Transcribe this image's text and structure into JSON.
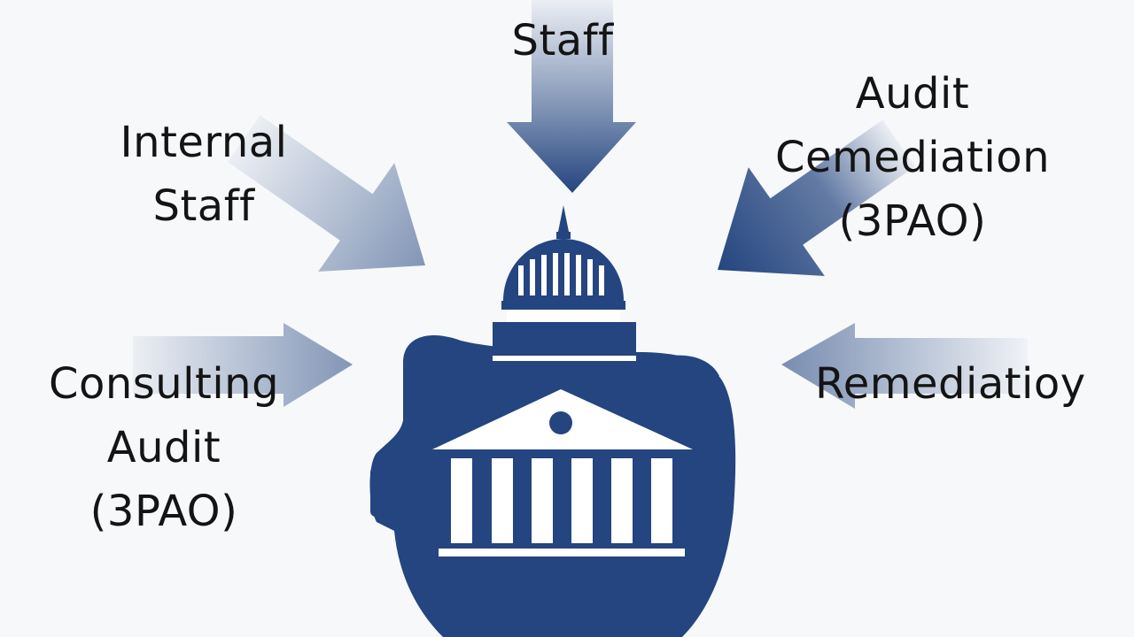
{
  "labels": {
    "top": [
      "Staff"
    ],
    "internal": [
      "Internal",
      "Staff"
    ],
    "audit_remediation": [
      "Audit",
      "Cemediation",
      "(3PAO)"
    ],
    "consulting": [
      "Consulting",
      "Audit",
      "(3PAO)"
    ],
    "remediation": [
      "Remediatioy"
    ]
  },
  "icons": {
    "central": "piggy-bank-capitol-icon"
  },
  "colors": {
    "navy": "#24457f",
    "text": "#141414",
    "background": "#f6f8fa"
  }
}
